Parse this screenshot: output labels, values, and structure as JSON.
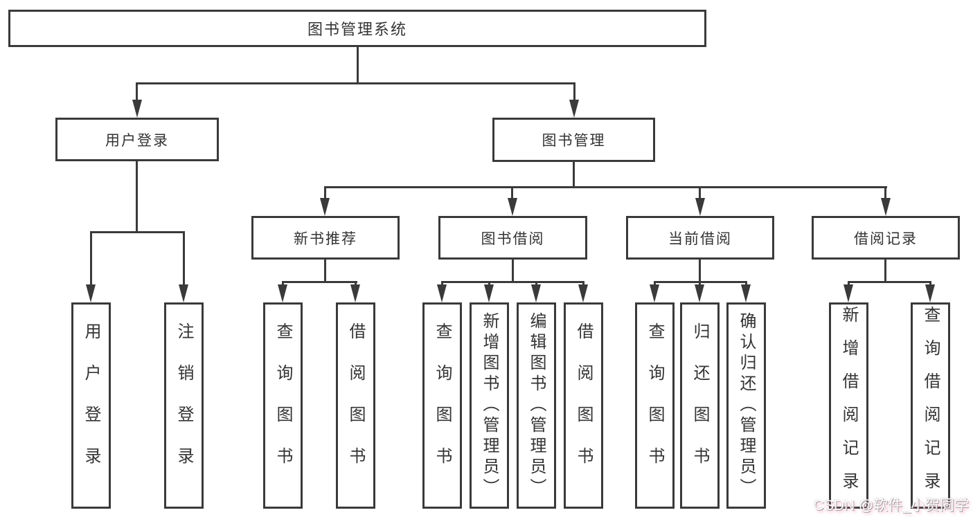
{
  "diagram_title": "图书管理系统",
  "tree": {
    "label": "图书管理系统",
    "children": [
      {
        "label": "用户登录",
        "children": [
          {
            "label": "用户登录"
          },
          {
            "label": "注销登录"
          }
        ]
      },
      {
        "label": "图书管理",
        "children": [
          {
            "label": "新书推荐",
            "children": [
              {
                "label": "查询图书"
              },
              {
                "label": "借阅图书"
              }
            ]
          },
          {
            "label": "图书借阅",
            "children": [
              {
                "label": "查询图书"
              },
              {
                "label": "新增图书（管理员）"
              },
              {
                "label": "编辑图书（管理员）"
              },
              {
                "label": "借阅图书"
              }
            ]
          },
          {
            "label": "当前借阅",
            "children": [
              {
                "label": "查询图书"
              },
              {
                "label": "归还图书"
              },
              {
                "label": "确认归还（管理员）"
              }
            ]
          },
          {
            "label": "借阅记录",
            "children": [
              {
                "label": "新增借阅记录"
              },
              {
                "label": "查询借阅记录"
              }
            ]
          }
        ]
      }
    ]
  },
  "watermark": {
    "text": "CSDN @软件_小贺同学"
  },
  "colors": {
    "line": "#3a3a3a",
    "box_background": "#ffffff",
    "text": "#333333",
    "watermark_white": "#ffffff",
    "watermark_pink": "#f87ba6"
  }
}
